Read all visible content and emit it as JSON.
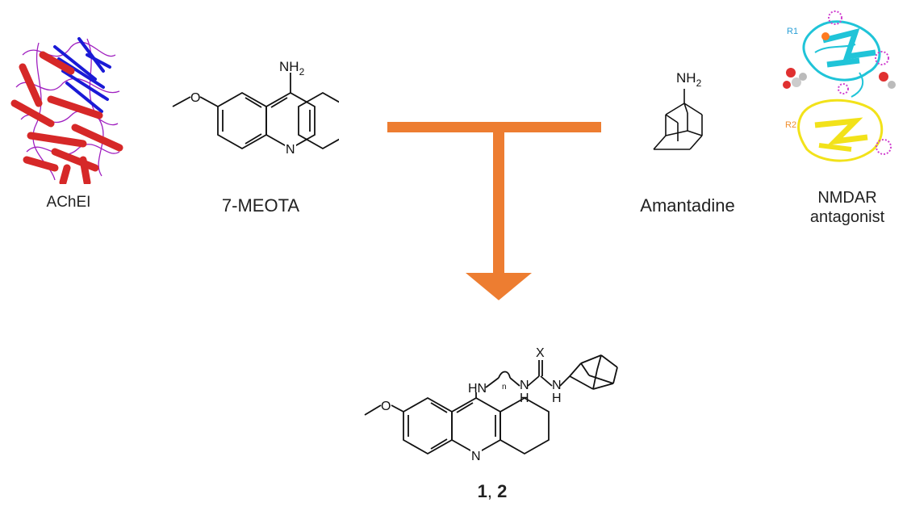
{
  "ache": {
    "caption": "AChEI",
    "colors": {
      "helix": "#d62828",
      "strand": "#1a1ad6",
      "coil": "#a020c0"
    }
  },
  "meota": {
    "caption": "7-MEOTA",
    "amine_label": "NH",
    "amine_sub": "2",
    "n_label": "N",
    "o_label": "O"
  },
  "amantadine": {
    "caption": "Amantadine",
    "amine_label": "NH",
    "amine_sub": "2"
  },
  "nmdar": {
    "caption_line1": "NMDAR",
    "caption_line2": "antagonist",
    "r1_label": "R1",
    "r2_label": "R2",
    "colors": {
      "r1": "#20c4d8",
      "r2": "#f2e21a",
      "r1_text": "#2a9fd6",
      "r2_text": "#f09030"
    }
  },
  "arrow": {
    "color": "#ed7d31"
  },
  "product": {
    "caption_a": "1",
    "caption_sep": ", ",
    "caption_b": "2",
    "hn_label": "HN",
    "n_sub_label": "n",
    "nh1_label": "N",
    "h1_label": "H",
    "x_label": "X",
    "nh2_label": "N",
    "h2_label": "H",
    "n_ring_label": "N",
    "o_label": "O"
  }
}
